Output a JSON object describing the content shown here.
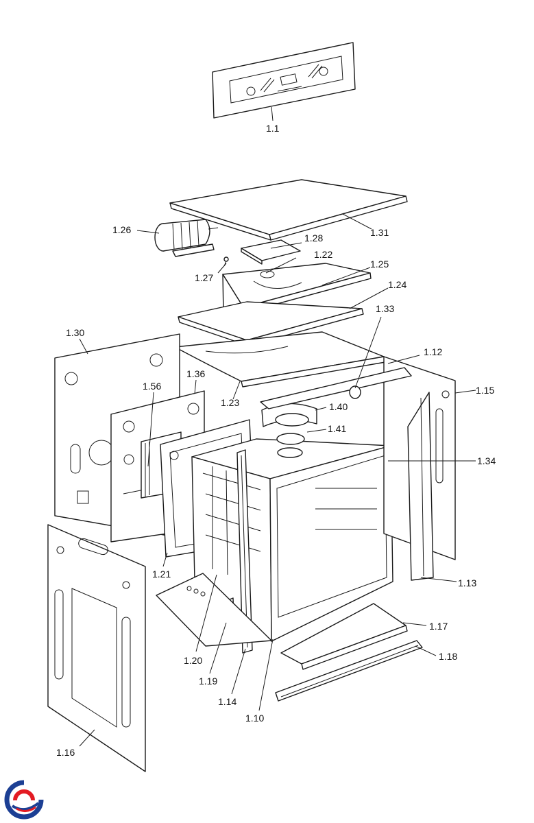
{
  "labels": {
    "l1_1": "1.1",
    "l1_10": "1.10",
    "l1_12": "1.12",
    "l1_13": "1.13",
    "l1_14": "1.14",
    "l1_15": "1.15",
    "l1_16": "1.16",
    "l1_17": "1.17",
    "l1_18": "1.18",
    "l1_19": "1.19",
    "l1_20": "1.20",
    "l1_21": "1.21",
    "l1_22": "1.22",
    "l1_23": "1.23",
    "l1_24": "1.24",
    "l1_25": "1.25",
    "l1_26": "1.26",
    "l1_27": "1.27",
    "l1_28": "1.28",
    "l1_30": "1.30",
    "l1_31": "1.31",
    "l1_33": "1.33",
    "l1_34": "1.34",
    "l1_36": "1.36",
    "l1_40": "1.40",
    "l1_41": "1.41",
    "l1_56": "1.56"
  },
  "logo": {
    "icon": "brand-swirl-icon",
    "colors": [
      "#1c3f94",
      "#e31b23"
    ]
  }
}
